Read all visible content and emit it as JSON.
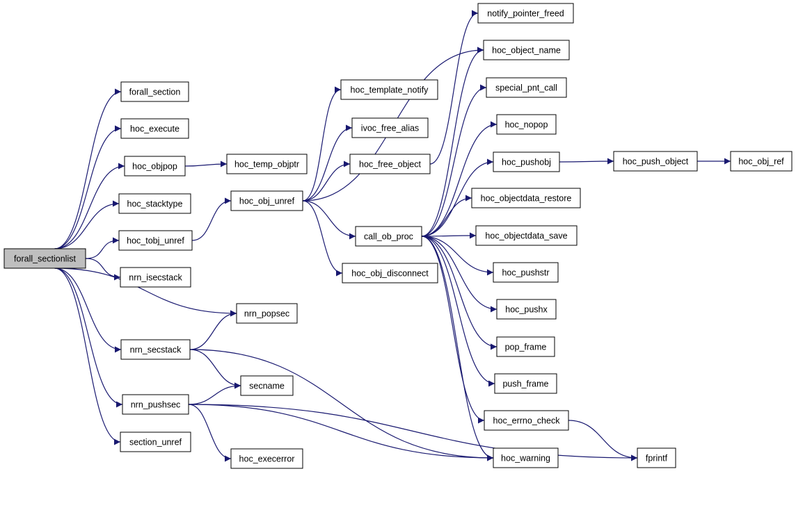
{
  "graph": {
    "root": "forall_sectionlist",
    "edge_color": "#191970",
    "root_fill": "#bfbfbf",
    "nodes": [
      {
        "id": "forall_sectionlist",
        "label": "forall_sectionlist"
      },
      {
        "id": "forall_section",
        "label": "forall_section"
      },
      {
        "id": "hoc_execute",
        "label": "hoc_execute"
      },
      {
        "id": "hoc_objpop",
        "label": "hoc_objpop"
      },
      {
        "id": "hoc_stacktype",
        "label": "hoc_stacktype"
      },
      {
        "id": "hoc_tobj_unref",
        "label": "hoc_tobj_unref"
      },
      {
        "id": "nrn_isecstack",
        "label": "nrn_isecstack"
      },
      {
        "id": "nrn_secstack",
        "label": "nrn_secstack"
      },
      {
        "id": "nrn_pushsec",
        "label": "nrn_pushsec"
      },
      {
        "id": "section_unref",
        "label": "section_unref"
      },
      {
        "id": "hoc_temp_objptr",
        "label": "hoc_temp_objptr"
      },
      {
        "id": "hoc_obj_unref",
        "label": "hoc_obj_unref"
      },
      {
        "id": "nrn_popsec",
        "label": "nrn_popsec"
      },
      {
        "id": "secname",
        "label": "secname"
      },
      {
        "id": "hoc_execerror",
        "label": "hoc_execerror"
      },
      {
        "id": "hoc_template_notify",
        "label": "hoc_template_notify"
      },
      {
        "id": "ivoc_free_alias",
        "label": "ivoc_free_alias"
      },
      {
        "id": "hoc_free_object",
        "label": "hoc_free_object"
      },
      {
        "id": "call_ob_proc",
        "label": "call_ob_proc"
      },
      {
        "id": "hoc_obj_disconnect",
        "label": "hoc_obj_disconnect"
      },
      {
        "id": "notify_pointer_freed",
        "label": "notify_pointer_freed"
      },
      {
        "id": "hoc_object_name",
        "label": "hoc_object_name"
      },
      {
        "id": "special_pnt_call",
        "label": "special_pnt_call"
      },
      {
        "id": "hoc_nopop",
        "label": "hoc_nopop"
      },
      {
        "id": "hoc_pushobj",
        "label": "hoc_pushobj"
      },
      {
        "id": "hoc_objectdata_restore",
        "label": "hoc_objectdata_restore"
      },
      {
        "id": "hoc_objectdata_save",
        "label": "hoc_objectdata_save"
      },
      {
        "id": "hoc_pushstr",
        "label": "hoc_pushstr"
      },
      {
        "id": "hoc_pushx",
        "label": "hoc_pushx"
      },
      {
        "id": "pop_frame",
        "label": "pop_frame"
      },
      {
        "id": "push_frame",
        "label": "push_frame"
      },
      {
        "id": "hoc_errno_check",
        "label": "hoc_errno_check"
      },
      {
        "id": "hoc_warning",
        "label": "hoc_warning"
      },
      {
        "id": "hoc_push_object",
        "label": "hoc_push_object"
      },
      {
        "id": "hoc_obj_ref",
        "label": "hoc_obj_ref"
      },
      {
        "id": "fprintf",
        "label": "fprintf"
      }
    ],
    "edges": [
      {
        "from": "forall_sectionlist",
        "to": "forall_section"
      },
      {
        "from": "forall_sectionlist",
        "to": "hoc_execute"
      },
      {
        "from": "forall_sectionlist",
        "to": "hoc_objpop"
      },
      {
        "from": "forall_sectionlist",
        "to": "hoc_stacktype"
      },
      {
        "from": "forall_sectionlist",
        "to": "hoc_tobj_unref"
      },
      {
        "from": "forall_sectionlist",
        "to": "nrn_isecstack"
      },
      {
        "from": "forall_sectionlist",
        "to": "nrn_popsec"
      },
      {
        "from": "forall_sectionlist",
        "to": "nrn_secstack"
      },
      {
        "from": "forall_sectionlist",
        "to": "nrn_pushsec"
      },
      {
        "from": "forall_sectionlist",
        "to": "section_unref"
      },
      {
        "from": "hoc_objpop",
        "to": "hoc_temp_objptr"
      },
      {
        "from": "hoc_tobj_unref",
        "to": "hoc_obj_unref"
      },
      {
        "from": "hoc_obj_unref",
        "to": "hoc_template_notify"
      },
      {
        "from": "hoc_obj_unref",
        "to": "ivoc_free_alias"
      },
      {
        "from": "hoc_obj_unref",
        "to": "hoc_free_object"
      },
      {
        "from": "hoc_obj_unref",
        "to": "hoc_object_name"
      },
      {
        "from": "hoc_obj_unref",
        "to": "call_ob_proc"
      },
      {
        "from": "hoc_obj_unref",
        "to": "hoc_obj_disconnect"
      },
      {
        "from": "hoc_free_object",
        "to": "notify_pointer_freed"
      },
      {
        "from": "call_ob_proc",
        "to": "hoc_object_name"
      },
      {
        "from": "call_ob_proc",
        "to": "special_pnt_call"
      },
      {
        "from": "call_ob_proc",
        "to": "hoc_nopop"
      },
      {
        "from": "call_ob_proc",
        "to": "hoc_pushobj"
      },
      {
        "from": "call_ob_proc",
        "to": "hoc_objectdata_restore"
      },
      {
        "from": "call_ob_proc",
        "to": "hoc_objectdata_save"
      },
      {
        "from": "call_ob_proc",
        "to": "hoc_pushstr"
      },
      {
        "from": "call_ob_proc",
        "to": "hoc_pushx"
      },
      {
        "from": "call_ob_proc",
        "to": "pop_frame"
      },
      {
        "from": "call_ob_proc",
        "to": "push_frame"
      },
      {
        "from": "call_ob_proc",
        "to": "hoc_errno_check"
      },
      {
        "from": "call_ob_proc",
        "to": "hoc_warning"
      },
      {
        "from": "hoc_pushobj",
        "to": "hoc_push_object"
      },
      {
        "from": "hoc_push_object",
        "to": "hoc_obj_ref"
      },
      {
        "from": "hoc_errno_check",
        "to": "fprintf"
      },
      {
        "from": "nrn_secstack",
        "to": "nrn_popsec"
      },
      {
        "from": "nrn_secstack",
        "to": "secname"
      },
      {
        "from": "nrn_secstack",
        "to": "hoc_warning"
      },
      {
        "from": "nrn_pushsec",
        "to": "secname"
      },
      {
        "from": "nrn_pushsec",
        "to": "hoc_execerror"
      },
      {
        "from": "nrn_pushsec",
        "to": "hoc_warning"
      },
      {
        "from": "nrn_pushsec",
        "to": "fprintf"
      }
    ]
  }
}
